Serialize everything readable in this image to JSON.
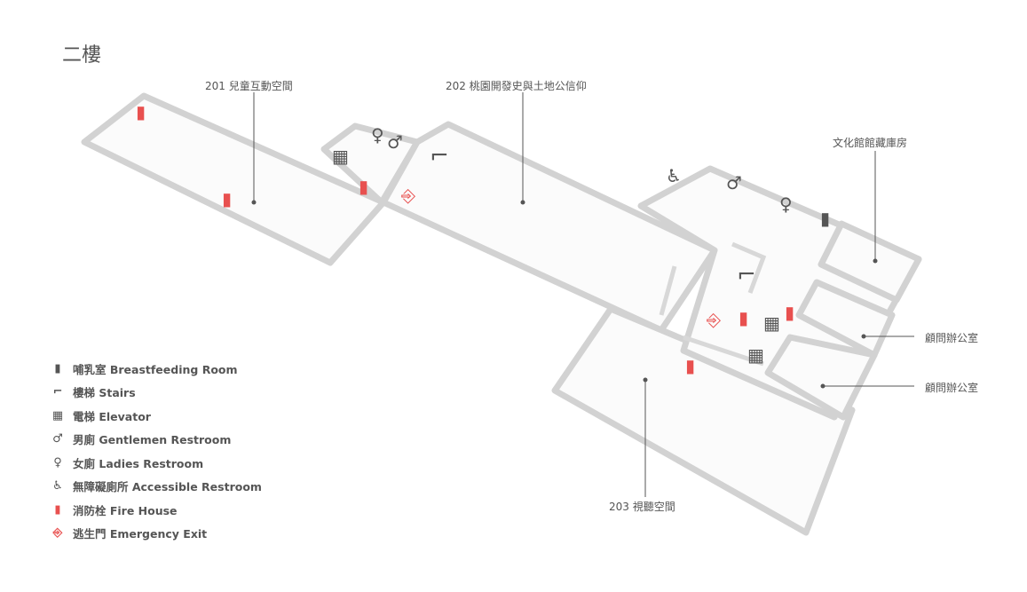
{
  "floor_title": "二樓",
  "rooms": [
    {
      "label": "201 兒童互動空間"
    },
    {
      "label": "202 桃園開發史與土地公信仰"
    },
    {
      "label": "文化館館藏庫房"
    },
    {
      "label": "顧問辦公室"
    },
    {
      "label": "顧問辦公室"
    },
    {
      "label": "203 視聽空間"
    }
  ],
  "legend": [
    {
      "icon": "breastfeeding-icon",
      "glyph": "▮",
      "label": "哺乳室 Breastfeeding Room",
      "color": "#555555"
    },
    {
      "icon": "stairs-icon",
      "glyph": "⌐",
      "label": "樓梯 Stairs",
      "color": "#555555"
    },
    {
      "icon": "elevator-icon",
      "glyph": "▦",
      "label": "電梯 Elevator",
      "color": "#555555"
    },
    {
      "icon": "men-restroom-icon",
      "glyph": "♂",
      "label": "男廁 Gentlemen Restroom",
      "color": "#555555"
    },
    {
      "icon": "women-restroom-icon",
      "glyph": "♀",
      "label": "女廁 Ladies Restroom",
      "color": "#555555"
    },
    {
      "icon": "accessible-restroom-icon",
      "glyph": "♿",
      "label": "無障礙廁所  Accessible Restroom",
      "color": "#555555"
    },
    {
      "icon": "fire-hose-icon",
      "glyph": "▮",
      "label": "消防栓 Fire House",
      "color": "#e8504f"
    },
    {
      "icon": "emergency-exit-icon",
      "glyph": "⎆",
      "label": "逃生門 Emergency Exit",
      "color": "#e8504f"
    }
  ]
}
